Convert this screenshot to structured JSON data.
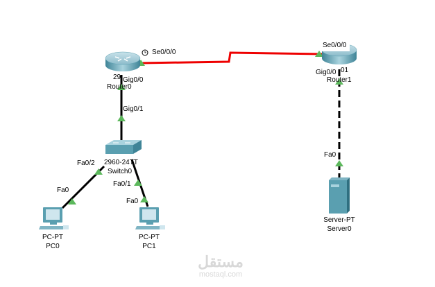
{
  "devices": {
    "router0": {
      "model": "29",
      "name": "Router0"
    },
    "router1": {
      "model": "01",
      "name": "Router1"
    },
    "switch0": {
      "model": "2960-24TT",
      "name": "Switch0"
    },
    "pc0": {
      "model": "PC-PT",
      "name": "PC0"
    },
    "pc1": {
      "model": "PC-PT",
      "name": "PC1"
    },
    "server0": {
      "model": "Server-PT",
      "name": "Server0"
    }
  },
  "ports": {
    "r0_serial": "Se0/0/0",
    "r0_gig": "Gig0/0",
    "sw_gig": "Gig0/1",
    "sw_fa2": "Fa0/2",
    "sw_fa1": "Fa0/1",
    "pc0_fa": "Fa0",
    "pc1_fa": "Fa0",
    "r1_serial": "Se0/0/0",
    "r1_gig": "Gig0/0",
    "server_fa": "Fa0"
  },
  "colors": {
    "serial_link": "#ee0000",
    "ethernet_link": "#000000",
    "port_up": "#5cb85c",
    "device_body": "#5a9fb0"
  },
  "watermark": {
    "arabic": "مستقل",
    "latin": "mostaql.com"
  }
}
